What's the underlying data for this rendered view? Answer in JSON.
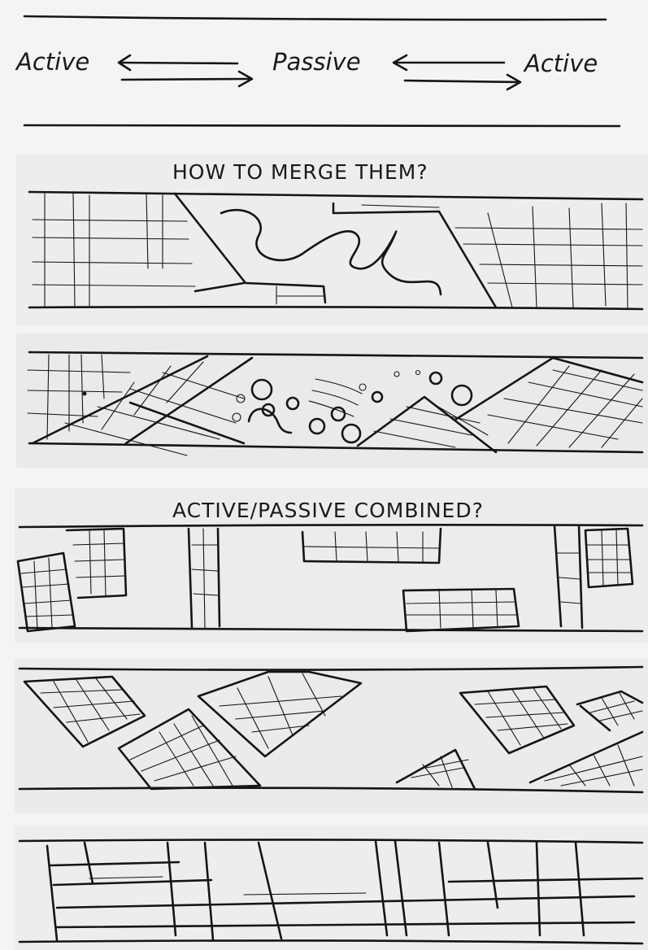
{
  "header": {
    "left_label": "Active",
    "center_label": "Passive",
    "right_label": "Active"
  },
  "questions": {
    "merge": "HOW TO MERGE THEM?",
    "combined": "ACTIVE/PASSIVE COMBINED?"
  },
  "sketches": [
    {
      "name": "merge-sketch-wavy"
    },
    {
      "name": "merge-sketch-bubbles"
    },
    {
      "name": "combined-sketch-rectangles"
    },
    {
      "name": "combined-sketch-rotated"
    },
    {
      "name": "combined-sketch-grid"
    }
  ]
}
